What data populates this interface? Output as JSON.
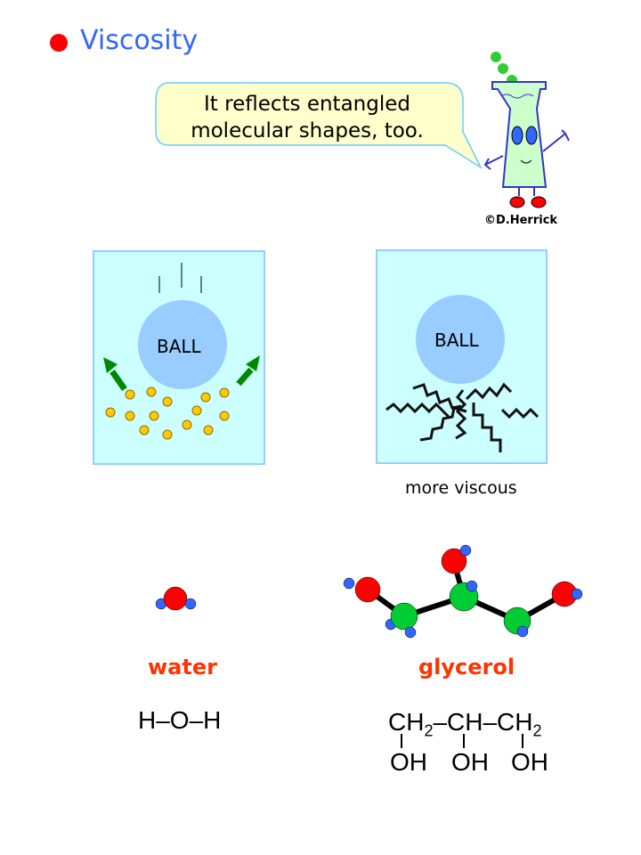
{
  "slide": {
    "title": "Viscosity",
    "bullet_color": "#ff0000",
    "speech_bubble": {
      "line1": "It reflects entangled",
      "line2": "molecular shapes, too."
    },
    "credit": "©D.Herrick",
    "diagrams": {
      "left_ball_label": "BALL",
      "right_ball_label": "BALL",
      "right_caption": "more viscous"
    },
    "molecules": {
      "water": {
        "name": "water",
        "formula": "H–O–H"
      },
      "glycerol": {
        "name": "glycerol",
        "formula_top": [
          "CH",
          "2",
          "–CH–CH",
          "2"
        ],
        "formula_oh": [
          "OH",
          "OH",
          "OH"
        ]
      }
    },
    "colors": {
      "title": "#3366ff",
      "label": "#ff3300",
      "box_fill": "#ccffff",
      "ball": "#99ccff"
    }
  }
}
